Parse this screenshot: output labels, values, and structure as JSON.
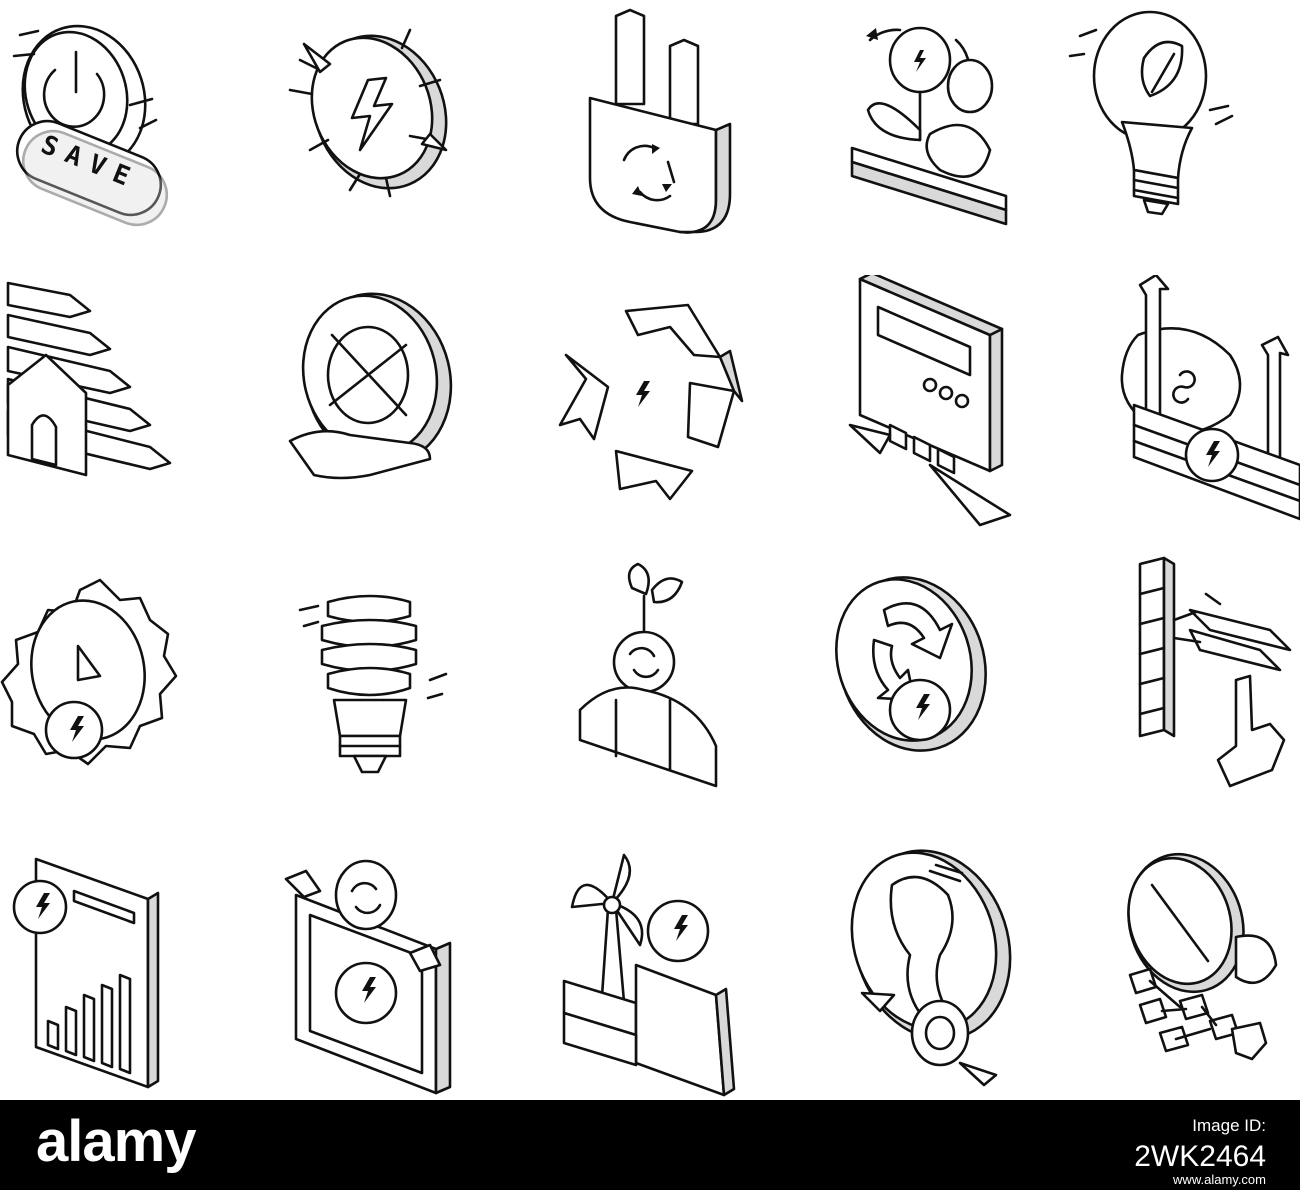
{
  "colors": {
    "background": "#ffffff",
    "line": "#111111",
    "shade": "#d9d9d9",
    "watermark_bar": "#000000",
    "watermark_text": "#ffffff"
  },
  "icons": [
    {
      "name": "power-save-icon",
      "text": "SAVE"
    },
    {
      "name": "energy-bolt-icon"
    },
    {
      "name": "eco-plug-icon"
    },
    {
      "name": "plant-energy-icon"
    },
    {
      "name": "leaf-bulb-icon"
    },
    {
      "name": "house-rating-icon"
    },
    {
      "name": "hand-globe-icon"
    },
    {
      "name": "recycle-energy-icon"
    },
    {
      "name": "energy-meter-icon"
    },
    {
      "name": "piggy-savings-icon"
    },
    {
      "name": "gear-meter-icon"
    },
    {
      "name": "cfl-bulb-icon"
    },
    {
      "name": "eco-worker-icon"
    },
    {
      "name": "energy-cycle-icon"
    },
    {
      "name": "insulation-touch-icon"
    },
    {
      "name": "energy-report-icon"
    },
    {
      "name": "battery-energy-icon"
    },
    {
      "name": "wind-factory-icon"
    },
    {
      "name": "earth-energy-icon"
    },
    {
      "name": "energy-network-icon"
    }
  ],
  "watermark": {
    "brand": "alamy",
    "image_id_label": "Image ID:",
    "image_id": "2WK2464",
    "url": "www.alamy.com"
  }
}
